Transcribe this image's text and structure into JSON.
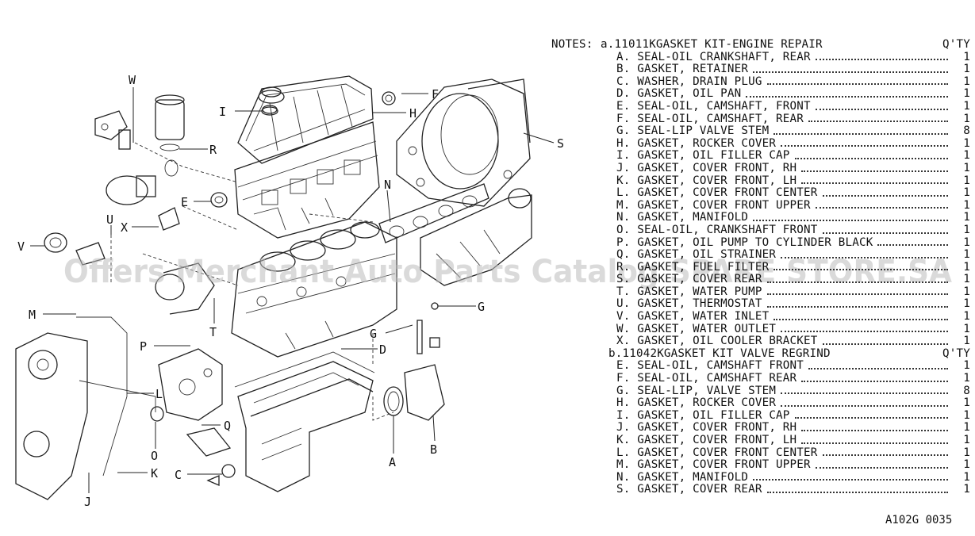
{
  "notes": {
    "label": "NOTES:",
    "kits": [
      {
        "header": "a.11011KGASKET KIT-ENGINE REPAIR",
        "qty_header": "Q'TY",
        "items": [
          {
            "text": "A. SEAL-OIL CRANKSHAFT, REAR",
            "qty": "1"
          },
          {
            "text": "B. GASKET, RETAINER",
            "qty": "1"
          },
          {
            "text": "C. WASHER, DRAIN PLUG",
            "qty": "1"
          },
          {
            "text": "D. GASKET, OIL PAN",
            "qty": "1"
          },
          {
            "text": "E. SEAL-OIL, CAMSHAFT, FRONT",
            "qty": "1"
          },
          {
            "text": "F. SEAL-OIL, CAMSHAFT, REAR",
            "qty": "1"
          },
          {
            "text": "G. SEAL-LIP VALVE STEM",
            "qty": "8"
          },
          {
            "text": "H. GASKET, ROCKER COVER",
            "qty": "1"
          },
          {
            "text": "I. GASKET, OIL FILLER CAP",
            "qty": "1"
          },
          {
            "text": "J. GASKET, COVER FRONT, RH",
            "qty": "1"
          },
          {
            "text": "K. GASKET, COVER FRONT, LH",
            "qty": "1"
          },
          {
            "text": "L. GASKET, COVER FRONT CENTER",
            "qty": "1"
          },
          {
            "text": "M. GASKET, COVER FRONT UPPER",
            "qty": "1"
          },
          {
            "text": "N. GASKET, MANIFOLD",
            "qty": "1"
          },
          {
            "text": "O. SEAL-OIL, CRANKSHAFT FRONT",
            "qty": "1"
          },
          {
            "text": "P. GASKET, OIL PUMP TO CYLINDER BLACK",
            "qty": "1"
          },
          {
            "text": "Q. GASKET, OIL STRAINER",
            "qty": "1"
          },
          {
            "text": "R. GASKET, FUEL FILTER",
            "qty": "1"
          },
          {
            "text": "S. GASKET, COVER REAR",
            "qty": "1"
          },
          {
            "text": "T. GASKET, WATER PUMP",
            "qty": "1"
          },
          {
            "text": "U. GASKET, THERMOSTAT",
            "qty": "1"
          },
          {
            "text": "V. GASKET, WATER INLET",
            "qty": "1"
          },
          {
            "text": "W. GASKET, WATER OUTLET",
            "qty": "1"
          },
          {
            "text": "X. GASKET, OIL COOLER BRACKET",
            "qty": "1"
          }
        ]
      },
      {
        "header": "b.11042KGASKET KIT VALVE REGRIND",
        "qty_header": "Q'TY",
        "items": [
          {
            "text": "E. SEAL-OIL, CAMSHAFT FRONT",
            "qty": "1"
          },
          {
            "text": "F. SEAL-OIL, CAMSHAFT REAR",
            "qty": "1"
          },
          {
            "text": "G. SEAL-LIP, VALVE STEM",
            "qty": "8"
          },
          {
            "text": "H. GASKET, ROCKER COVER",
            "qty": "1"
          },
          {
            "text": "I. GASKET, OIL FILLER CAP",
            "qty": "1"
          },
          {
            "text": "J. GASKET, COVER FRONT, RH",
            "qty": "1"
          },
          {
            "text": "K. GASKET, COVER FRONT, LH",
            "qty": "1"
          },
          {
            "text": "L. GASKET, COVER FRONT CENTER",
            "qty": "1"
          },
          {
            "text": "M. GASKET, COVER FRONT UPPER",
            "qty": "1"
          },
          {
            "text": "N. GASKET, MANIFOLD",
            "qty": "1"
          },
          {
            "text": "S. GASKET, COVER REAR",
            "qty": "1"
          }
        ]
      }
    ]
  },
  "callouts": {
    "a": "A",
    "b": "B",
    "c": "C",
    "d": "D",
    "e": "E",
    "f": "F",
    "g1": "G",
    "g2": "G",
    "h": "H",
    "i": "I",
    "j": "J",
    "k": "K",
    "l": "L",
    "m": "M",
    "n": "N",
    "o": "O",
    "p": "P",
    "q": "Q",
    "r": "R",
    "s": "S",
    "t": "T",
    "u": "U",
    "v": "V",
    "w": "W",
    "x": "X"
  },
  "watermark": "Offers Merchant Auto Parts Catalog SPARE STORE.SA",
  "drawing_number": "A102G 0035"
}
